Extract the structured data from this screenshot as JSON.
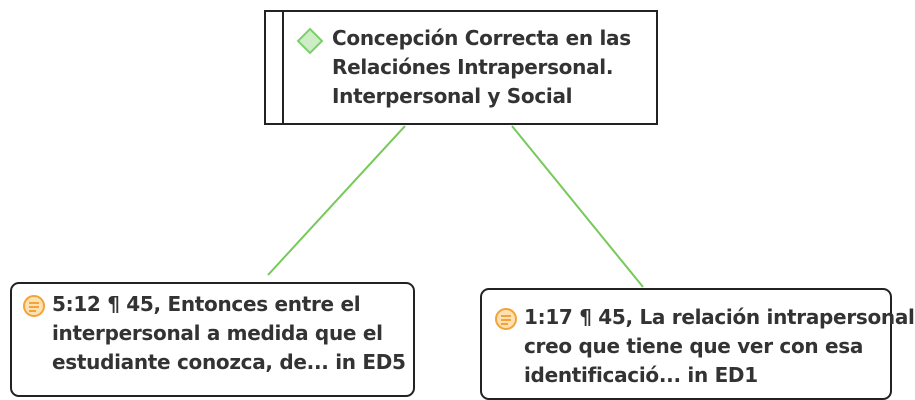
{
  "code_node": {
    "icon": "diamond-code-icon",
    "icon_color": "#7ccf6a",
    "lines": [
      "Concepción Correcta en las",
      "Relaciónes Intrapersonal.",
      "Interpersonal y Social"
    ]
  },
  "quotation_nodes": [
    {
      "icon": "quotation-icon",
      "icon_color": "#f2a33a",
      "lines": [
        "5:12 ¶ 45, Entonces entre el",
        "interpersonal a medida que el",
        "estudiante conozca, de... in ED5"
      ]
    },
    {
      "icon": "quotation-icon",
      "icon_color": "#f2a33a",
      "lines": [
        "1:17 ¶ 45, La relación intrapersonal",
        "creo que tiene que ver con esa",
        "identificació... in ED1"
      ]
    }
  ],
  "link_color": "#76c95a"
}
